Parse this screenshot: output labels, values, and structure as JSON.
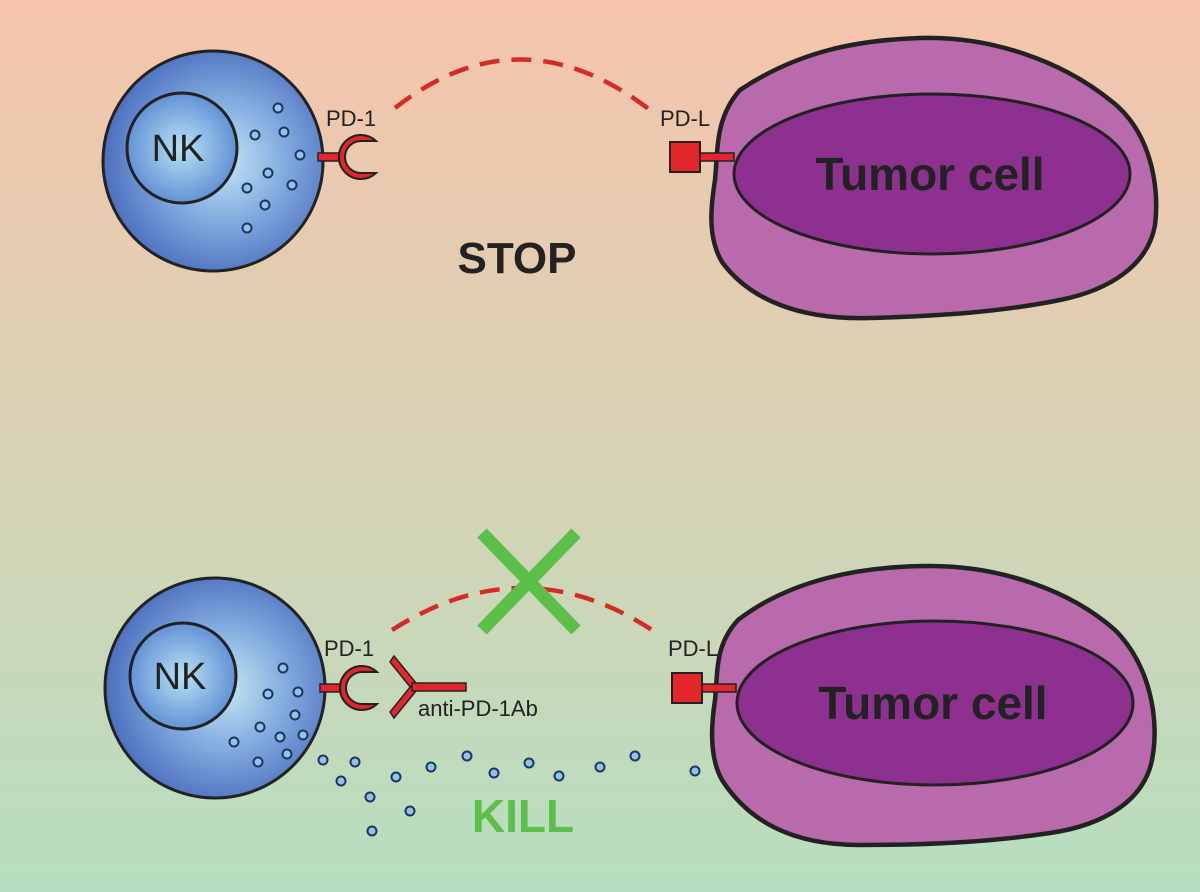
{
  "colors": {
    "background_top": "#f6c4ac",
    "background_bottom": "#b7dec0",
    "nk_cell": "#4a6fbf",
    "tumor_outer": "#b96aac",
    "tumor_nucleus": "#8e3090",
    "receptor": "#e3262b",
    "inhibition_line": "#d42b27",
    "block_x": "#5bbf4a",
    "stop_text": "#222222",
    "kill_text": "#5bbf4a"
  },
  "top_panel": {
    "nk_label": "NK",
    "pd1_label": "PD-1",
    "pdl_label": "PD-L",
    "tumor_label": "Tumor cell",
    "status_label": "STOP"
  },
  "bottom_panel": {
    "nk_label": "NK",
    "pd1_label": "PD-1",
    "antibody_label": "anti-PD-1Ab",
    "pdl_label": "PD-L",
    "tumor_label": "Tumor cell",
    "status_label": "KILL"
  }
}
